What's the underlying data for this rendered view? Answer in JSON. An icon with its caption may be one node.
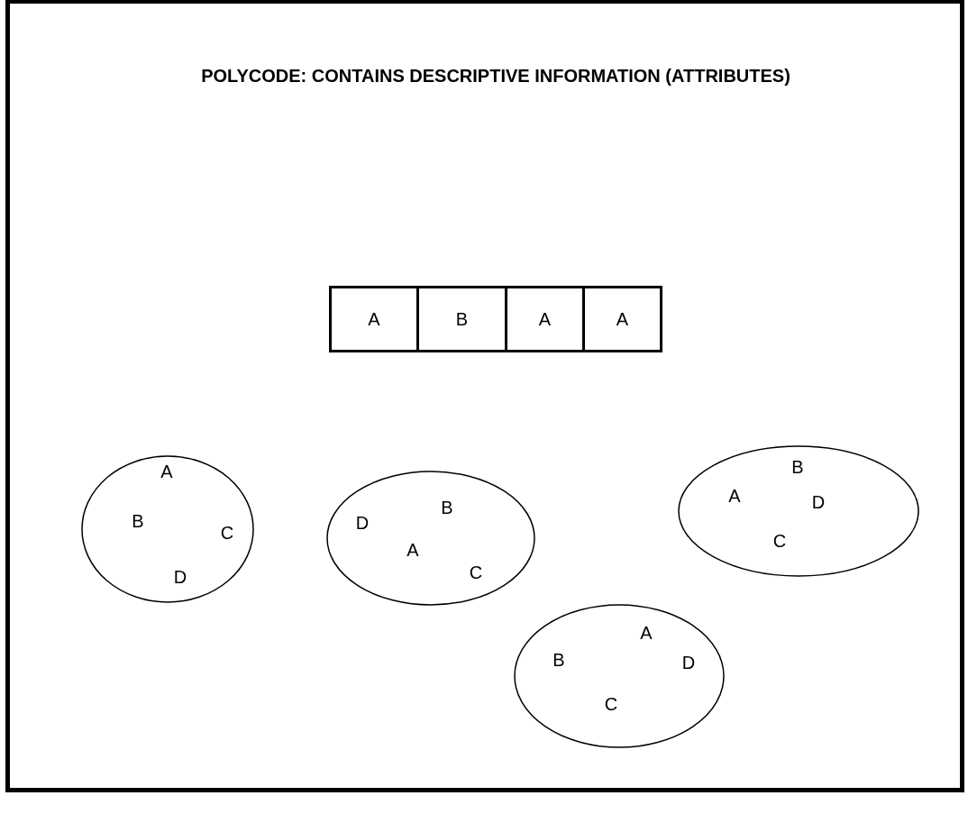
{
  "diagram": {
    "title": "POLYCODE: CONTAINS DESCRIPTIVE INFORMATION (ATTRIBUTES)",
    "nodes": [
      {
        "text": [
          "A"
        ]
      },
      {
        "text": [
          "B"
        ]
      },
      {
        "text": [
          "A"
        ]
      },
      {
        "text": [
          "A"
        ]
      },
      {
        "text": [
          "A",
          "B",
          "C",
          "D"
        ]
      },
      {
        "text": [
          "B",
          "D",
          "A",
          "C"
        ]
      },
      {
        "text": [
          "B",
          "A",
          "D",
          "C"
        ]
      },
      {
        "text": [
          "A",
          "B",
          "D",
          "C"
        ]
      }
    ]
  }
}
